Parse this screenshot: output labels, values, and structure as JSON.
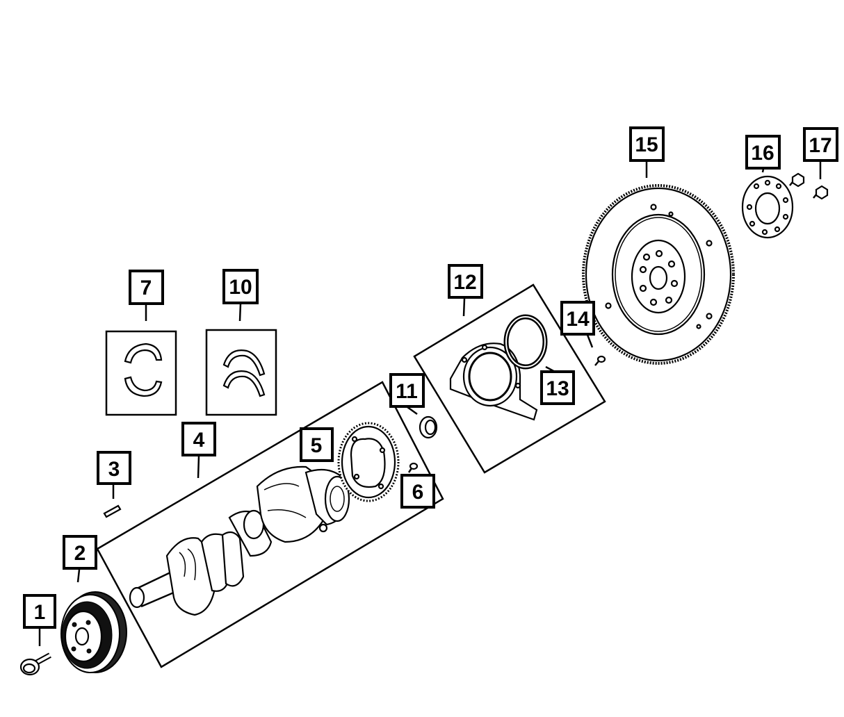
{
  "callouts": {
    "c1": "1",
    "c2": "2",
    "c3": "3",
    "c4": "4",
    "c5": "5",
    "c6": "6",
    "c7": "7",
    "c10": "10",
    "c11": "11",
    "c12": "12",
    "c13": "13",
    "c14": "14",
    "c15": "15",
    "c16": "16",
    "c17": "17"
  }
}
